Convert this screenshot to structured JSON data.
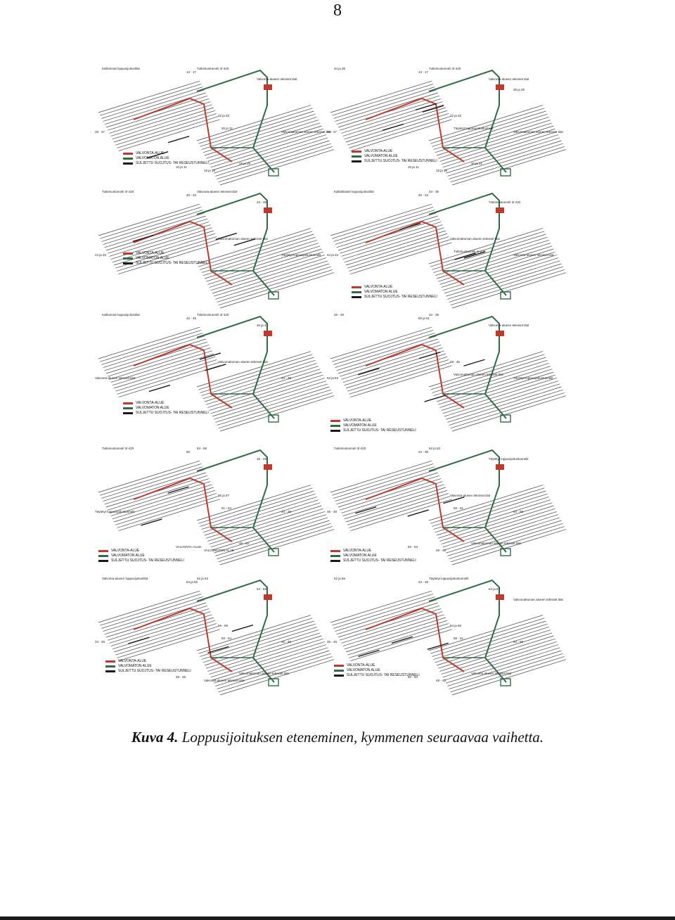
{
  "page_number": "8",
  "colors": {
    "monitored": "#c0392b",
    "unmonitored": "#2e6b46",
    "closed": "#1a1a1a",
    "track": "#444444"
  },
  "legend": {
    "monitored": "VALVONTA-ALUE",
    "unmonitored": "VALVOMATON ALUE",
    "closed": "SULJETTU SUOJTUS- TAI RESEUSTUNNELI"
  },
  "panels": [
    {
      "id": "1",
      "labels": [
        "Kallioinnat loppusijoitustilat",
        "Tutkimustunneli 3/-420",
        "Valvonta-alueen tekniset tilat",
        "Valvomattoman alueen tekniset tilat",
        "20 - 37",
        "13 - 17",
        "32 ja 33",
        "30 ja 31",
        "10 ja 11",
        "18 ja 19",
        "28 ja 29"
      ]
    },
    {
      "id": "2",
      "labels": [
        "34 ja 35",
        "Tutkimustunneli 3/-420",
        "Valvonta-alueen tekniset tilat",
        "Valvomattoman alueen tekniset tilat",
        "20 - 27",
        "13 - 17",
        "32 ja 33",
        "Täytetyt loppusijoitustunnelit",
        "10 ja 11",
        "18 ja 19",
        "30 ja 31",
        "28 ja 29"
      ]
    },
    {
      "id": "3",
      "labels": [
        "Tutkimustunneli 3/-420",
        "Valvonta-alueen tekniset tilat",
        "34 - 39",
        "Täytetyt loppusijoitustunnelit",
        "44 ja 45",
        "40 - 43",
        "Valvomattoman alueen tekniset tilat"
      ]
    },
    {
      "id": "4",
      "labels": [
        "Kalliotilaiset loppusijoitustilat",
        "34 - 39",
        "Tutkimustunneli 3/-420",
        "Valvonta-alueen tekniset tilat",
        "44 ja 45",
        "40 - 43",
        "Valvomattoman alueen tekniset tilat",
        "Tutkimustunneli 3/-420"
      ]
    },
    {
      "id": "5",
      "labels": [
        "Kallioinnat loppusijoitustilat",
        "Tutkimustunneli 3/-420",
        "46 ja 47",
        "34 - 39",
        "Valvonta-alueen tekniset tilat",
        "42 - 45",
        "Valvomattoman alueen tekniset tilat"
      ]
    },
    {
      "id": "6",
      "labels": [
        "46 - 49",
        "34 - 39",
        "Valvonta-alueen tekniset tilat",
        "Täytetyt loppusijoitustunnelit",
        "52 ja 53",
        "50 ja 51",
        "48 - 45",
        "Valvomattoman alueen tekniset tilat"
      ]
    },
    {
      "id": "7",
      "labels": [
        "Tutkimustunneli 3/-420",
        "54 - 59",
        "46 - 49",
        "34 - 39",
        "Täytetyt loppusijoitustunnelit",
        "60",
        "56 ja 57",
        "51 - 53",
        "VALVONTA-ALUE",
        "VALVOMATON ALUE",
        "48 - 45"
      ]
    },
    {
      "id": "8",
      "labels": [
        "Tutkimustunneli 3/-420",
        "62 ja 63",
        "Täytetyt loppusijoitustunnelit",
        "54 - 58",
        "46 - 49",
        "34 - 39",
        "Valvonta-alueen tekniset tilat",
        "58 - 61",
        "50 - 53",
        "48 - 45",
        "Valvomattoman alueen tekniset tilat"
      ]
    },
    {
      "id": "9",
      "labels": [
        "Valvonta-alueen loppusijoitustilat",
        "62 ja 63",
        "54 - 59",
        "46 - 49",
        "34 - 39",
        "54 ja 55",
        "56 - 59",
        "50 - 54",
        "48 - 45",
        "Valvonta-alueen tekniset tilat",
        "Valvomattoman alueen tekniset tilat"
      ]
    },
    {
      "id": "10",
      "labels": [
        "62 ja 66",
        "Täytetyt loppusijoitustunnelit",
        "64 ja 67",
        "54 - 58",
        "46 - 49",
        "34 - 39",
        "64 ja 65",
        "58 - 61",
        "50 - 53",
        "48 - 45",
        "Valvonta-alueen tekniset tilat",
        "Valvomattoman alueen tekniset tilat"
      ]
    }
  ],
  "caption": {
    "prefix": "Kuva 4.",
    "text": " Loppusijoituksen eteneminen, kymmenen seuraavaa vaihetta."
  }
}
